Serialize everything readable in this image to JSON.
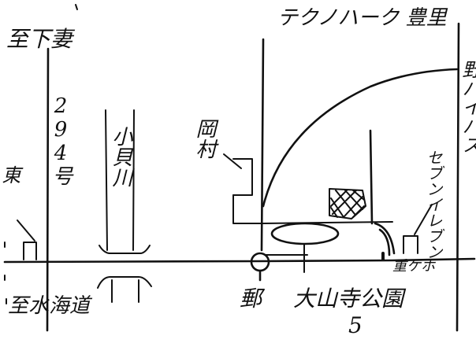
{
  "map": {
    "ink_color": "#111111",
    "background_color": "#ffffff",
    "labels": {
      "techno_park": "テクノハーク 豊里",
      "to_tsukuba": "至下妻",
      "route_294": "294号",
      "kokai_river": "小貝川",
      "okamura": "岡村",
      "higashi": "東",
      "to_mitsukaido": "至水海道",
      "post_office": "郵",
      "park": "大山寺公園",
      "park_number": "5",
      "seven_eleven": "セブンイレブン",
      "signal": "重ケホ",
      "right_edge": "野バイパス"
    }
  }
}
